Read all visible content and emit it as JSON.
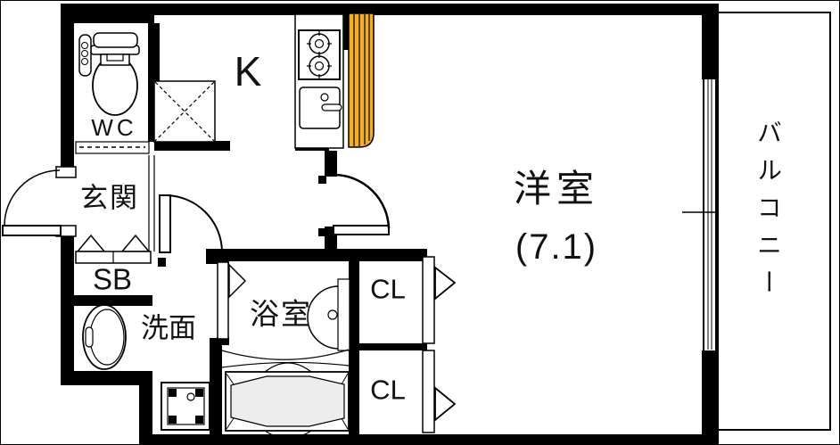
{
  "floorplan": {
    "rooms": {
      "wc": {
        "label": "WC"
      },
      "kitchen": {
        "label": "K"
      },
      "entrance": {
        "label": "玄関"
      },
      "shoebox": {
        "label": "SB"
      },
      "washroom": {
        "label": "洗面"
      },
      "bathroom": {
        "label": "浴室"
      },
      "closet_upper": {
        "label": "CL"
      },
      "closet_lower": {
        "label": "CL"
      },
      "western_room": {
        "label": "洋室",
        "size": "(7.1)"
      },
      "balcony": {
        "label": "バルコニー"
      }
    },
    "colors": {
      "wall": "#000000",
      "kitchen_counter": "#F2AE24",
      "bathtub": "#EDEDED",
      "floor": "#FFFFFF"
    },
    "icons": {
      "toilet": "toilet-icon",
      "stove": "stove-burners-icon",
      "sink": "kitchen-sink-icon",
      "refrigerator_space": "refrigerator-space-x-icon",
      "washbasin": "washbasin-oval-icon",
      "washing_machine": "washing-machine-pan-icon",
      "bathtub": "bathtub-icon",
      "bath_vanity": "bath-vanity-icon",
      "doors": "door-swing-arc",
      "window": "balcony-window"
    }
  }
}
